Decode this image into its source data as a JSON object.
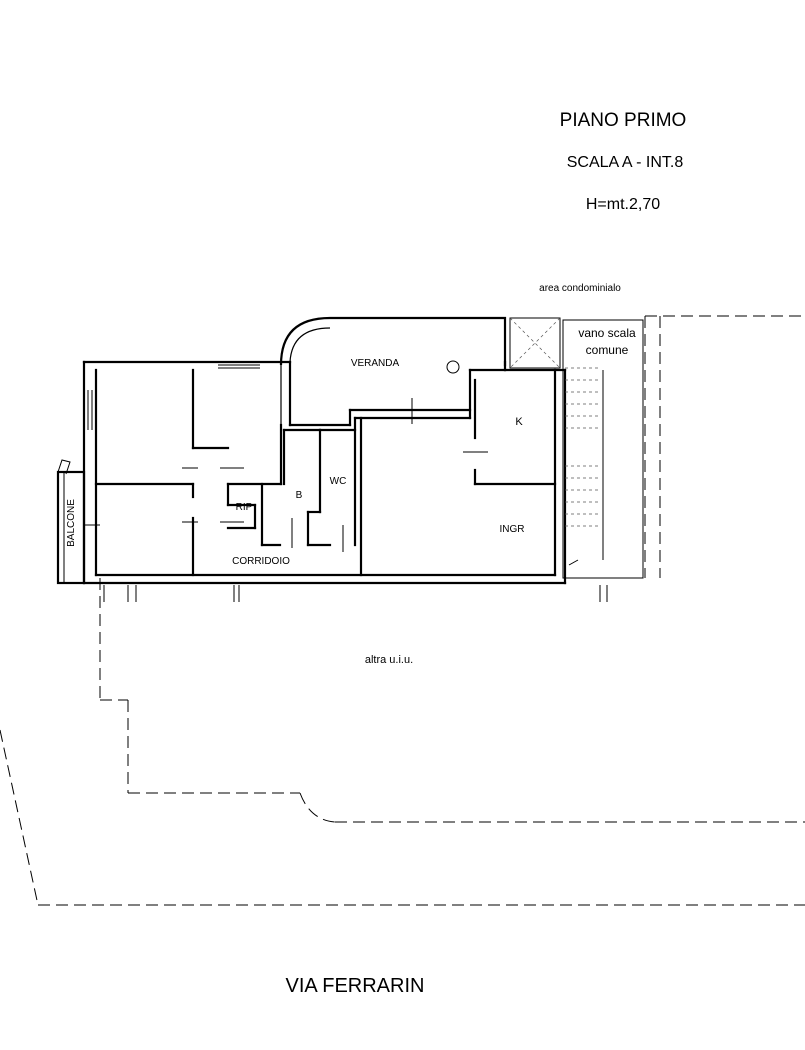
{
  "header": {
    "floor": "PIANO PRIMO",
    "stair_unit": "SCALA A - INT.8",
    "height": "H=mt.2,70"
  },
  "labels": {
    "common_area": "area condominialo",
    "stairwell_line1": "vano scala",
    "stairwell_line2": "comune",
    "veranda": "VERANDA",
    "kitchen": "K",
    "wc": "WC",
    "bathroom": "B",
    "storage": "RIP",
    "entrance": "INGR",
    "corridor": "CORRIDOIO",
    "balcony": "BALCONE",
    "other_unit": "altra u.i.u."
  },
  "street": "VIA FERRARIN"
}
